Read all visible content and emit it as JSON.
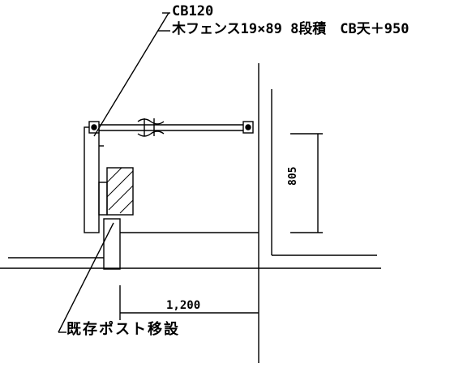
{
  "annotations": {
    "leader_top": "CB120",
    "fence_spec": "木フェンス19×89 8段積　CB天＋950",
    "post_note": "既存ポスト移設"
  },
  "dimensions": {
    "horizontal": "1,200",
    "vertical": "805"
  }
}
